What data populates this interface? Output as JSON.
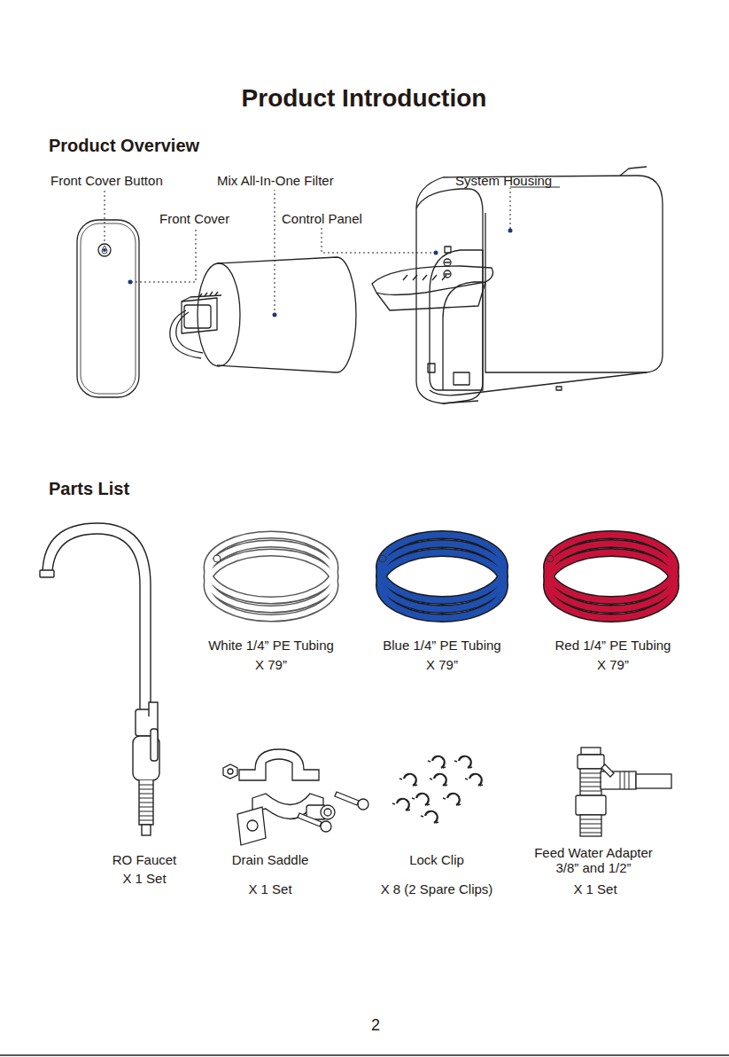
{
  "diagram": {
    "title": "Product Introduction",
    "labels": [
      "Product Overview",
      "Front Cover Button",
      "Mix All-In-One Filter",
      "System Housing",
      "Front Cover",
      "Control Panel",
      "Parts List",
      "White 1/4” PE Tubing",
      "X 79”",
      "Blue 1/4” PE Tubing",
      "X 79”",
      "Red 1/4” PE Tubing",
      "X 79”",
      "RO Faucet",
      "X 1 Set",
      "Drain Saddle",
      "X 1 Set",
      "Lock Clip",
      "X 8 (2 Spare Clips)",
      "Feed Water Adapter 3/8” and 1/2”",
      "X 1 Set",
      "2"
    ]
  }
}
